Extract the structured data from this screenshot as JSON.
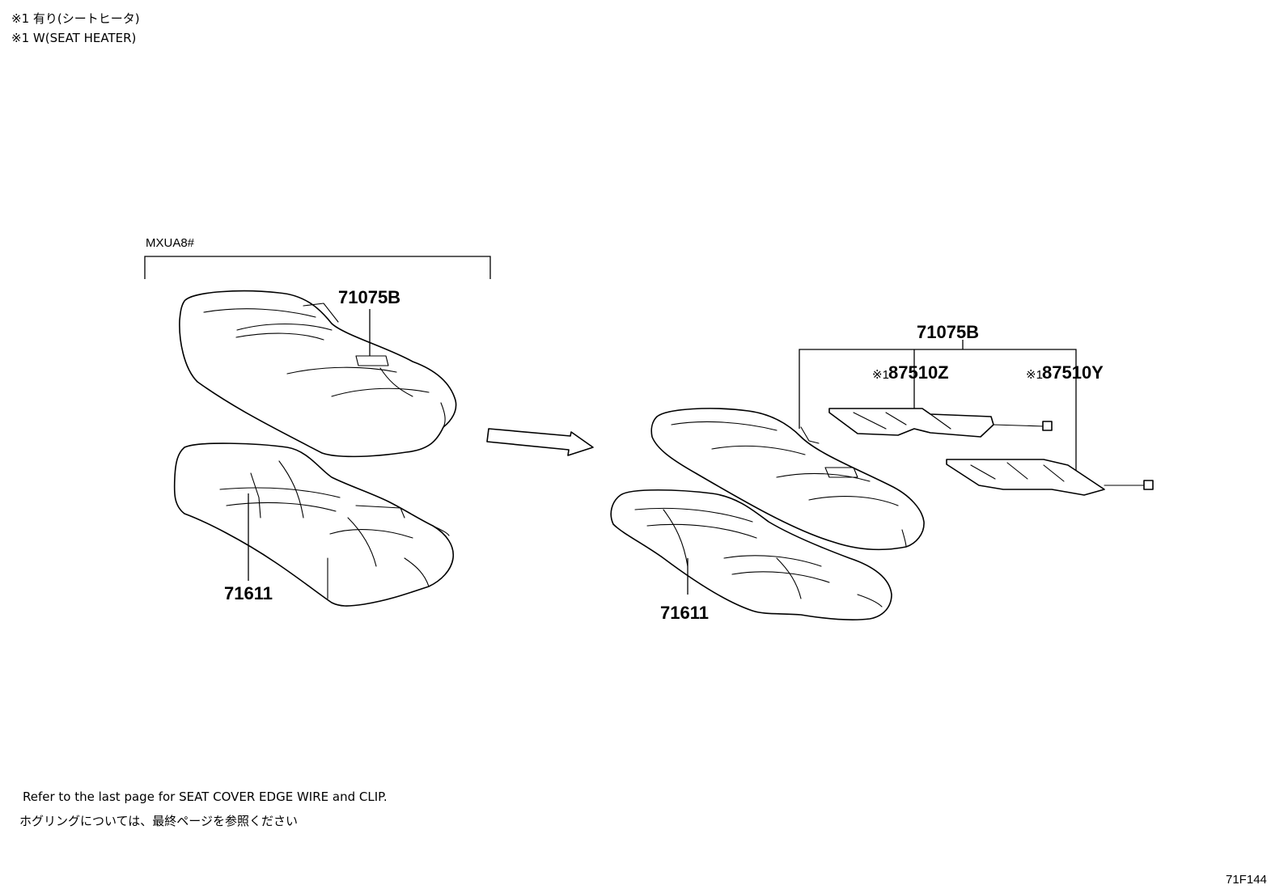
{
  "header_notes": [
    "※1 有り(シートヒータ)",
    "※1 W(SEAT HEATER)"
  ],
  "model_group": "MXUA8#",
  "parts": {
    "left_cover": "71075B",
    "left_cushion": "71611",
    "right_cover": "71075B",
    "right_cushion": "71611",
    "heater_a_prefix": "※1",
    "heater_a": "87510Z",
    "heater_b_prefix": "※1",
    "heater_b": "87510Y"
  },
  "footer_notes": [
    "Refer to the last page for SEAT COVER EDGE WIRE and CLIP.",
    "ホグリングについては、最終ページを参照ください"
  ],
  "figure_id": "71F144"
}
